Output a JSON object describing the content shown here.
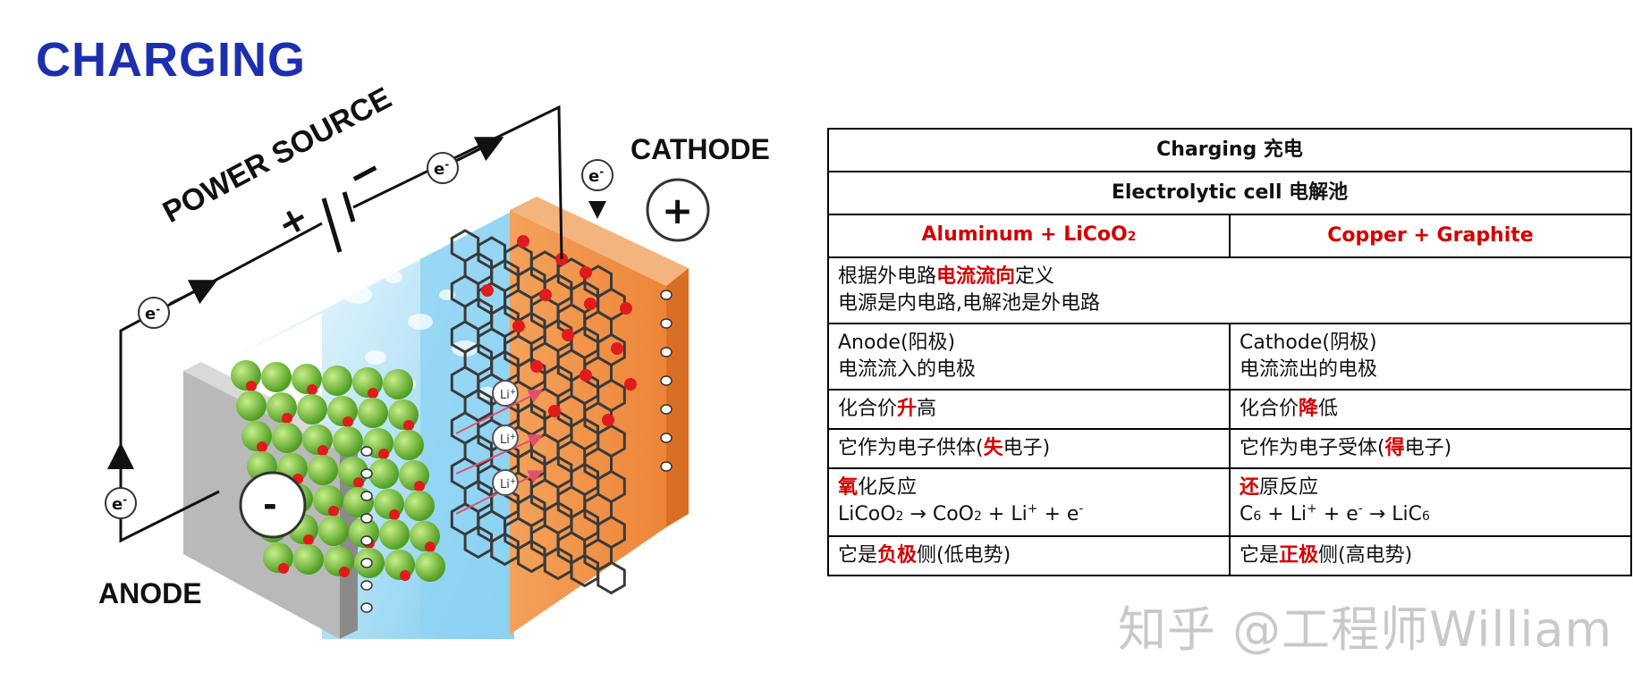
{
  "diagram": {
    "title": "CHARGING",
    "power_source_label": "POWER SOURCE",
    "cathode_label": "CATHODE",
    "anode_label": "ANODE",
    "electron_label": "e",
    "electron_sign": "-",
    "li_label": "Li",
    "li_sign": "+",
    "plus_sign": "+",
    "minus_sign": "-",
    "battery_plus": "+",
    "battery_minus": "−",
    "colors": {
      "title": "#1d2fb0",
      "cathode_orange": "#f08a3c",
      "electrolyte_blue": "#8fd3f4",
      "anode_gray": "#b8b8b8",
      "green_particle": "#6cbf3a",
      "red_ion": "#e01b1b",
      "arrow_red": "#e0506a"
    }
  },
  "table": {
    "title": "Charging 充电",
    "subtitle": "Electrolytic cell 电解池",
    "col_left_main": "Aluminum + LiCoO",
    "col_left_sub": "2",
    "col_right": "Copper + Graphite",
    "def_a": "根据外电路",
    "def_b": "电流流向",
    "def_c": "定义",
    "def_line2": "电源是内电路,电解池是外电路",
    "anode_line1": "Anode(阳极)",
    "anode_line2": "电流流入的电极",
    "cathode_line1": "Cathode(阴极)",
    "cathode_line2": "电流流出的电极",
    "val_left_a": "化合价",
    "val_left_b": "升",
    "val_left_c": "高",
    "val_right_a": "化合价",
    "val_right_b": "降",
    "val_right_c": "低",
    "donor_a": "它作为电子供体(",
    "donor_b": "失",
    "donor_c": "电子)",
    "acceptor_a": "它作为电子受体(",
    "acceptor_b": "得",
    "acceptor_c": "电子)",
    "ox_a": "氧",
    "ox_b": "化反应",
    "ox_eq_1": "LiCoO",
    "ox_eq_2": "2",
    "ox_eq_3": " → CoO",
    "ox_eq_4": "2",
    "ox_eq_5": " + Li",
    "ox_eq_6": "+",
    "ox_eq_7": " + e",
    "ox_eq_8": "-",
    "red_a": "还",
    "red_b": "原反应",
    "red_eq_1": "C",
    "red_eq_2": "6",
    "red_eq_3": " + Li",
    "red_eq_4": "+",
    "red_eq_5": " + e",
    "red_eq_6": "-",
    "red_eq_7": "  → LiC",
    "red_eq_8": "6",
    "neg_a": "它是",
    "neg_b": "负极",
    "neg_c": "侧(低电势)",
    "pos_a": "它是",
    "pos_b": "正极",
    "pos_c": "侧(高电势)"
  },
  "watermark": "知乎 @工程师William"
}
